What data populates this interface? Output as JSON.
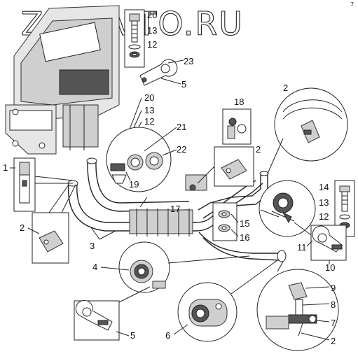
{
  "watermark": "ZURAVTO.RU",
  "corner_mark": "7",
  "labels": {
    "l20a": "20",
    "l13a": "13",
    "l12a": "12",
    "l23": "23",
    "l5a": "5",
    "l20b": "20",
    "l13b": "13",
    "l12b": "12",
    "l21": "21",
    "l22": "22",
    "l19": "19",
    "l18": "18",
    "l2a": "2",
    "l2b": "2",
    "l1": "1",
    "l2c": "2",
    "l3": "3",
    "l17": "17",
    "l15": "15",
    "l16": "16",
    "l14": "14",
    "l13c": "13",
    "l12c": "12",
    "l11": "11",
    "l10": "10",
    "l4": "4",
    "l5b": "5",
    "l6": "6",
    "l9": "9",
    "l8": "8",
    "l7": "7",
    "l2d": "2"
  }
}
